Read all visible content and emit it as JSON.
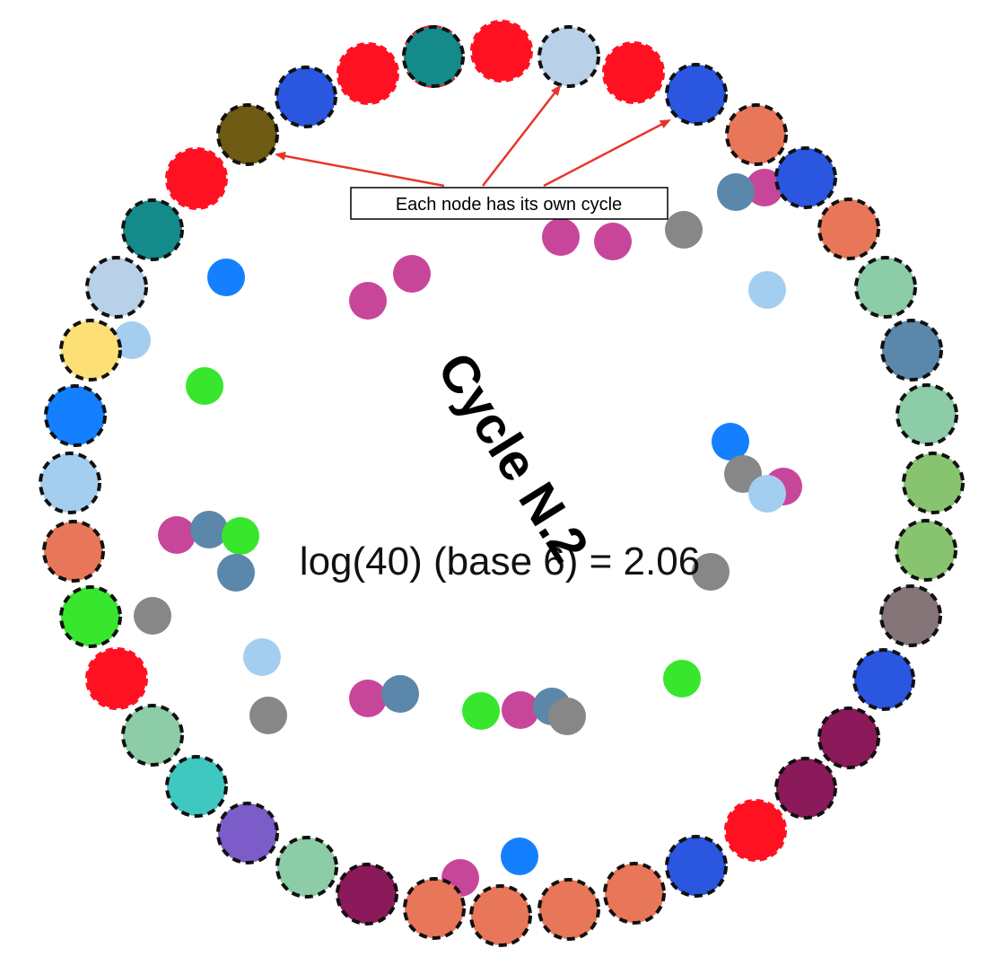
{
  "annotation": {
    "text": "Each node has its own cycle",
    "arrow_color": "#e8352a"
  },
  "center": {
    "formula": "log(40) (base 6) = 2.06",
    "cycle_label": "Cycle N.2"
  },
  "palette": {
    "red": "#ff1122",
    "teal": "#148a8a",
    "lightblue": "#b8d0e8",
    "royalblue": "#2a56e0",
    "salmon": "#e8775a",
    "olive": "#6e5a12",
    "mint": "#8ccca6",
    "steel": "#5b87aa",
    "green": "#88c470",
    "mauve": "#857478",
    "maroon": "#8a1a5a",
    "yellow": "#fce076",
    "blue": "#1480ff",
    "skyblue": "#a4cef0",
    "lime": "#38e62e",
    "turquoise": "#3ec8c0",
    "purple": "#7c5cc8",
    "magenta": "#c8469a",
    "gray": "#878787"
  },
  "ring_nodes": [
    "red",
    "lightblue",
    "red",
    "royalblue",
    "salmon",
    "royalblue",
    "salmon",
    "mint",
    "steel",
    "mint",
    "green",
    "green",
    "mauve",
    "royalblue",
    "maroon",
    "maroon",
    "red",
    "royalblue",
    "salmon",
    "salmon",
    "salmon",
    "salmon",
    "maroon",
    "mint",
    "purple",
    "turquoise",
    "mint",
    "red",
    "lime",
    "salmon",
    "skyblue",
    "blue",
    "yellow",
    "lightblue",
    "teal",
    "red",
    "olive",
    "royalblue",
    "red",
    "red",
    "teal"
  ],
  "inner_nodes": [
    "magenta",
    "steel",
    "magenta",
    "magenta",
    "gray",
    "blue",
    "magenta",
    "magenta",
    "skyblue",
    "skyblue",
    "lime",
    "blue",
    "gray",
    "magenta",
    "skyblue",
    "magenta",
    "steel",
    "lime",
    "steel",
    "gray",
    "gray",
    "gray",
    "skyblue",
    "magenta",
    "steel",
    "lime",
    "magenta",
    "steel",
    "gray",
    "lime",
    "blue",
    "magenta"
  ]
}
